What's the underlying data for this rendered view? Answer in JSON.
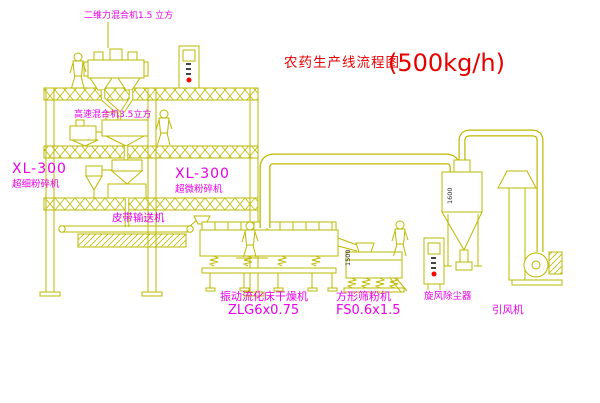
{
  "title": {
    "text": "农药生产线流程图",
    "capacity": "(500kg/h)"
  },
  "equipment_labels": {
    "two_dimensional_mixer": "二维力混合机1.5 立方",
    "high_speed_mixer": "高速混合机3.5立方",
    "pulverizer_left": {
      "model": "XL-300",
      "name": "超细粉碎机"
    },
    "pulverizer_center": {
      "model": "XL-300",
      "name": "超微粉碎机"
    },
    "belt_conveyor": "皮带输送机",
    "fluid_bed_dryer": {
      "name": "振动流化床干燥机",
      "model": "ZLG6x0.75"
    },
    "square_sieve": {
      "name": "方形筛粉机",
      "model": "FS0.6x1.5"
    },
    "cyclone_dust_collector": "旋风除尘器",
    "induced_draft_fan": "引风机"
  },
  "dimensions": {
    "cyclone_inlet": "1600",
    "sieve_inlet": "1500"
  },
  "colors": {
    "line": "#bdb800",
    "label": "#e800e8",
    "title": "#e60000",
    "indicator": "#ff0000"
  }
}
